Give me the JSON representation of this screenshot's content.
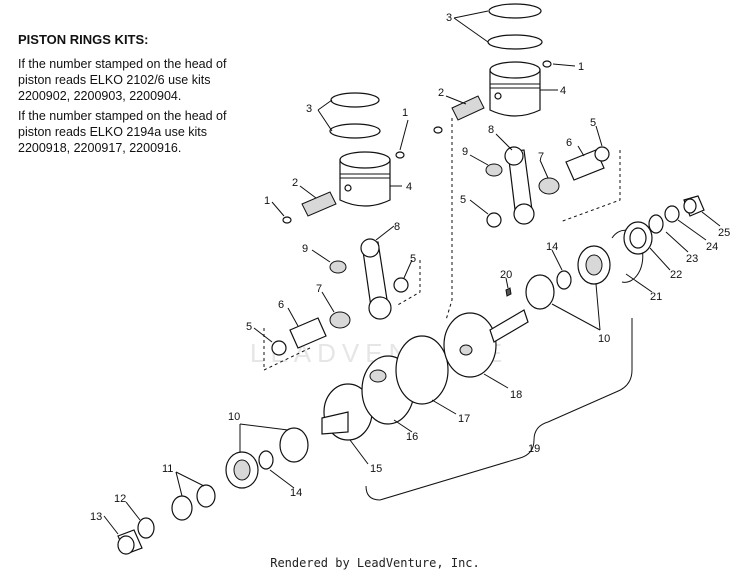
{
  "notes": {
    "title": "PISTON RINGS KITS:",
    "note1": "If the number stamped on the head of piston reads ELKO 2102/6 use kits 2200902, 2200903, 2200904.",
    "note2": "If the number stamped on the head of piston reads ELKO 2194a use kits 2200918, 2200917, 2200916."
  },
  "watermark": "LEADVENTURE",
  "footer": "Rendered by LeadVenture, Inc.",
  "callouts": {
    "c1a": "1",
    "c1b": "1",
    "c1c": "1",
    "c2a": "2",
    "c2b": "2",
    "c3a": "3",
    "c3b": "3",
    "c4a": "4",
    "c4b": "4",
    "c5a": "5",
    "c5b": "5",
    "c5c": "5",
    "c5d": "5",
    "c6a": "6",
    "c6b": "6",
    "c7a": "7",
    "c7b": "7",
    "c8a": "8",
    "c8b": "8",
    "c9a": "9",
    "c9b": "9",
    "c10a": "10",
    "c10b": "10",
    "c11": "11",
    "c12": "12",
    "c13": "13",
    "c14a": "14",
    "c14b": "14",
    "c15": "15",
    "c16": "16",
    "c17": "17",
    "c18": "18",
    "c19": "19",
    "c20": "20",
    "c21": "21",
    "c22": "22",
    "c23": "23",
    "c24": "24",
    "c25": "25"
  }
}
